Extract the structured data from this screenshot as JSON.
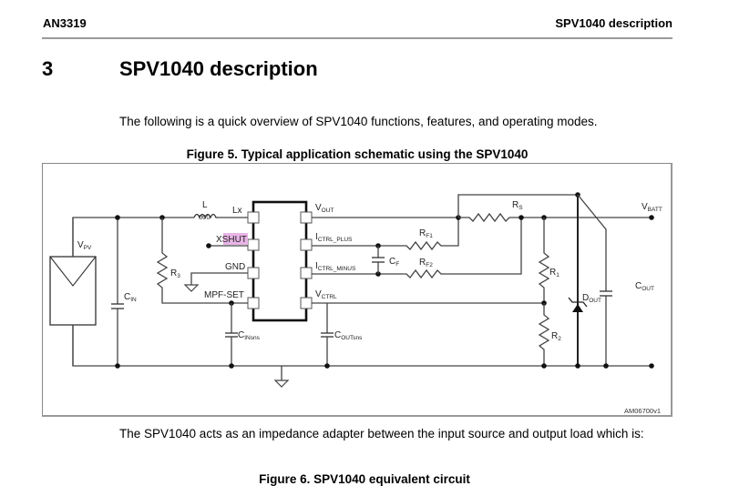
{
  "header": {
    "doc_id": "AN3319",
    "section_running_title": "SPV1040 description"
  },
  "section": {
    "number": "3",
    "title": "SPV1040 description"
  },
  "intro_paragraph": "The following is a quick overview of SPV1040 functions, features, and operating modes.",
  "figure5": {
    "caption": "Figure 5. Typical application schematic using the SPV1040",
    "figure_id": "AM06700v1",
    "labels": {
      "vpv": "V",
      "vpv_sub": "PV",
      "cin": "C",
      "cin_sub": "IN",
      "l": "L",
      "r3": "R",
      "r3_sub": "3",
      "pin_lx": "Lx",
      "pin_xshut_x": "X",
      "pin_xshut_rest": "SHUT",
      "pin_gnd": "GND",
      "pin_mpfset": "MPF-SET",
      "cinsns": "C",
      "cinsns_sub": "INsns",
      "pin_vout": "V",
      "pin_vout_sub": "OUT",
      "pin_ictrl_plus": "I",
      "pin_ictrl_plus_sub": "CTRL_PLUS",
      "pin_ictrl_minus": "I",
      "pin_ictrl_minus_sub": "CTRL_MINUS",
      "pin_vctrl": "V",
      "pin_vctrl_sub": "CTRL",
      "coutsns": "C",
      "coutsns_sub": "OUTsns",
      "cf": "C",
      "cf_sub": "F",
      "rf1": "R",
      "rf1_sub": "F1",
      "rf2": "R",
      "rf2_sub": "F2",
      "rs": "R",
      "rs_sub": "S",
      "r1": "R",
      "r1_sub": "1",
      "r2": "R",
      "r2_sub": "2",
      "dout": "D",
      "dout_sub": "OUT",
      "cout": "C",
      "cout_sub": "OUT",
      "vbatt": "V",
      "vbatt_sub": "BATT"
    },
    "highlight_color": "#e8b4e6"
  },
  "body_paragraph": "The SPV1040 acts as an impedance adapter between the input source and output load which is:",
  "figure6_caption": "Figure 6. SPV1040 equivalent circuit"
}
